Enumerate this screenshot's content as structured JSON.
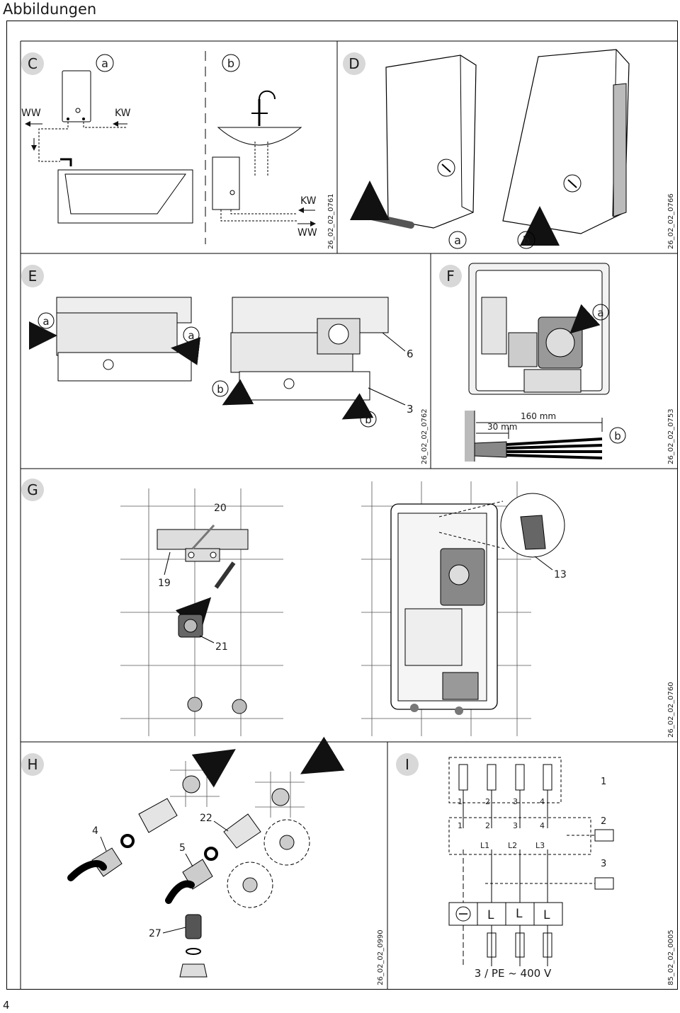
{
  "page": {
    "title": "Abbildungen",
    "number": "4"
  },
  "panels": {
    "C": {
      "letter": "C",
      "sub_a": "a",
      "sub_b": "b",
      "ww": "WW",
      "kw": "KW",
      "ww2": "WW",
      "kw2": "KW",
      "code": "26_02_02_0761"
    },
    "D": {
      "letter": "D",
      "sub_a": "a",
      "sub_b": "b",
      "code": "26_02_02_0766"
    },
    "E": {
      "letter": "E",
      "a1": "a",
      "a2": "a",
      "b1": "b",
      "b2": "b",
      "n6": "6",
      "n3": "3",
      "code": "26_02_02_0762"
    },
    "F": {
      "letter": "F",
      "a": "a",
      "b": "b",
      "dim160": "160 mm",
      "dim30": "30 mm",
      "code": "26_02_02_0753"
    },
    "G": {
      "letter": "G",
      "n20": "20",
      "n19": "19",
      "n21": "21",
      "n13": "13",
      "code": "26_02_02_0760"
    },
    "H": {
      "letter": "H",
      "n4": "4",
      "n22": "22",
      "n5": "5",
      "n27": "27",
      "code": "26_02_02_0990"
    },
    "I": {
      "letter": "I",
      "n1": "1",
      "n2": "2",
      "n3": "3",
      "terminals_top": [
        "1",
        "2",
        "3",
        "4"
      ],
      "terminals_mid": [
        "1",
        "2",
        "3",
        "4"
      ],
      "phases": [
        "L1",
        "L2",
        "L3"
      ],
      "terminal_block": [
        "L",
        "L",
        "L"
      ],
      "supply": "3 / PE ~ 400 V",
      "code": "85_02_02_0005"
    }
  }
}
